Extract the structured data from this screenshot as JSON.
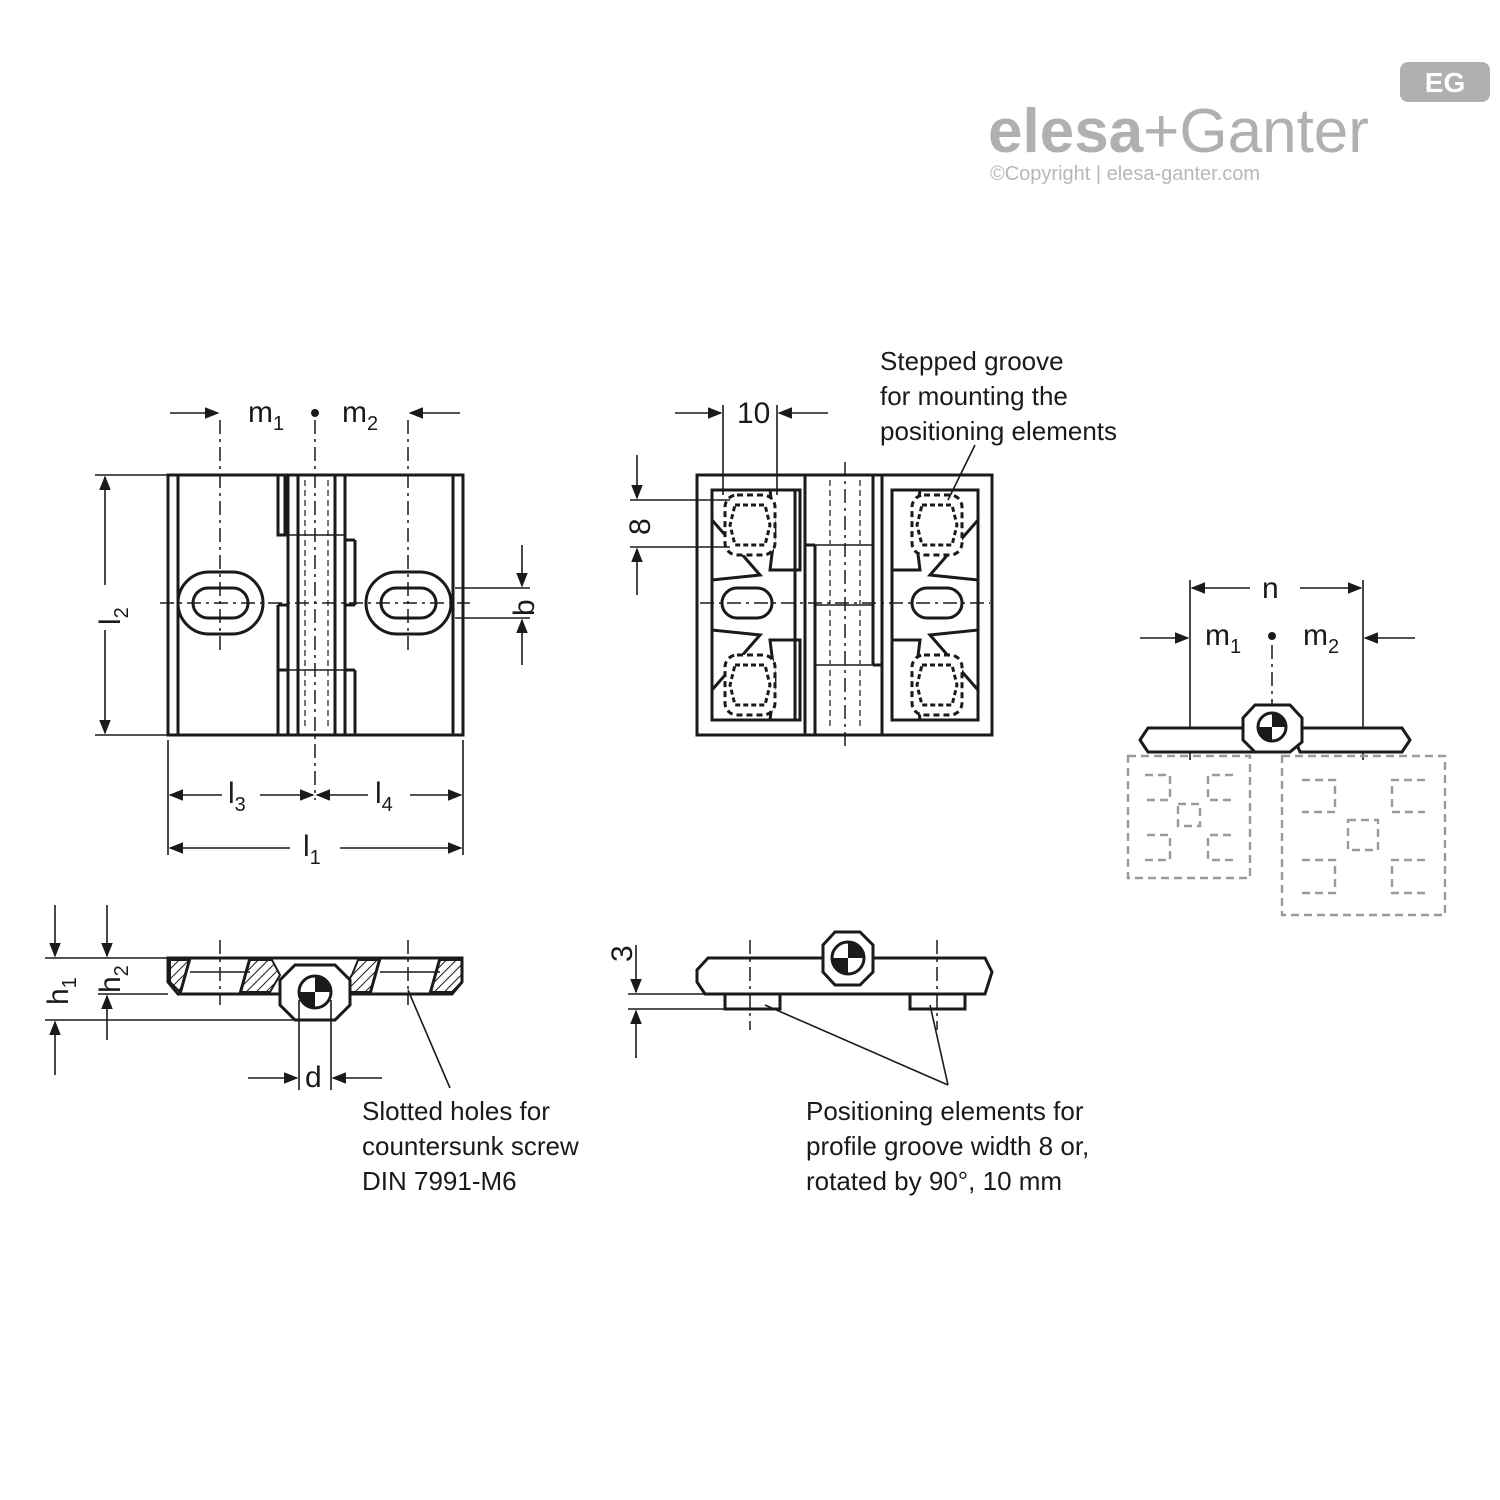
{
  "brand": {
    "name_part1": "elesa",
    "plus": "+",
    "name_part2": "Ganter",
    "copyright": "©Copyright | elesa-ganter.com",
    "badge": "EG",
    "colors": {
      "logo": "#b0b0b0",
      "line": "#1a1a1a"
    }
  },
  "dimensions": {
    "m": "m",
    "n": "n",
    "l": "l",
    "h": "h",
    "b": "b",
    "d": "d",
    "ten": "10",
    "eight": "8",
    "three": "3",
    "sub1": "1",
    "sub2": "2",
    "sub3": "3",
    "sub4": "4"
  },
  "notes": {
    "stepped_groove": [
      "Stepped groove",
      "for mounting the",
      "positioning elements"
    ],
    "slotted_holes": [
      "Slotted holes for",
      "countersunk screw",
      "DIN 7991-M6"
    ],
    "positioning": [
      "Positioning elements for",
      "profile groove width 8 or,",
      "rotated by 90°, 10 mm"
    ]
  }
}
